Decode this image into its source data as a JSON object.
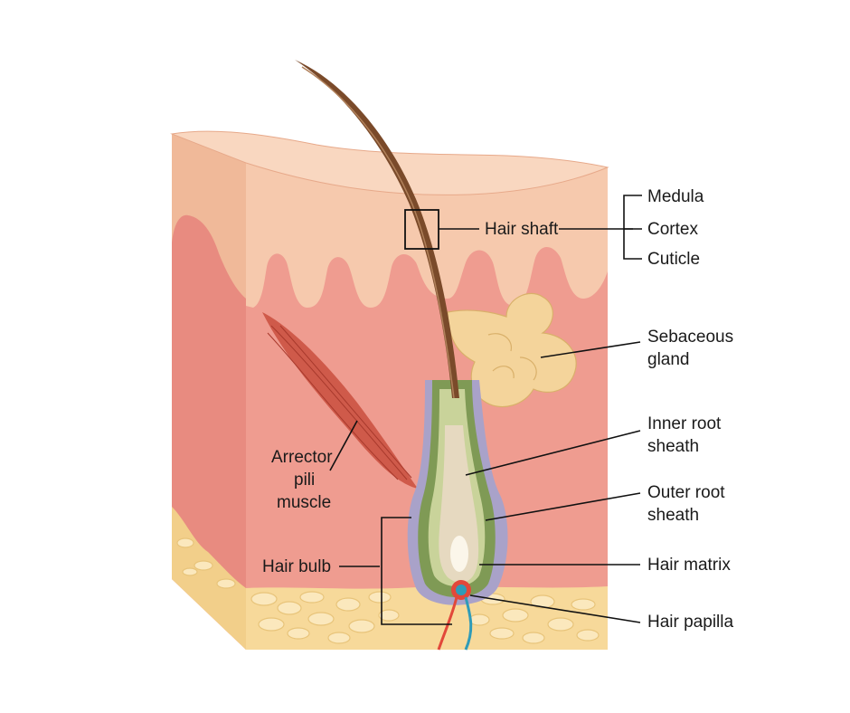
{
  "labels": {
    "hair_shaft": "Hair shaft",
    "medula": "Medula",
    "cortex": "Cortex",
    "cuticle": "Cuticle",
    "sebaceous_1": "Sebaceous",
    "sebaceous_2": "gland",
    "inner_root_1": "Inner root",
    "inner_root_2": "sheath",
    "outer_root_1": "Outer root",
    "outer_root_2": "sheath",
    "hair_matrix": "Hair matrix",
    "hair_papilla": "Hair papilla",
    "arrector_1": "Arrector",
    "arrector_2": "pili",
    "arrector_3": "muscle",
    "hair_bulb": "Hair bulb"
  },
  "colors": {
    "epidermis": "#f6c9ad",
    "epidermis_side": "#f0b999",
    "dermis": "#ef9c90",
    "dermis_dark": "#e57f74",
    "fat": "#f7d99a",
    "fat_cell": "#fbe8bd",
    "hair": "#7a4a2a",
    "muscle": "#cf5a4a",
    "gland": "#f4d49b",
    "outer_sheath": "#a9a2c9",
    "inner_sheath": "#7f9a55",
    "matrix": "#e6d9c0",
    "papilla_red": "#e2483a",
    "papilla_blue": "#2f9bb8"
  }
}
